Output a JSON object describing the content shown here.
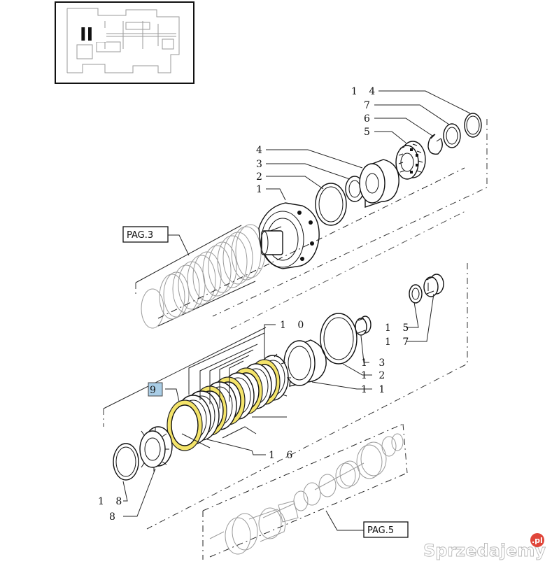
{
  "thumbnail": {
    "section": "II"
  },
  "page_refs": {
    "previous": "PAG.3",
    "next": "PAG.5"
  },
  "highlighted_label": "9",
  "callouts": [
    {
      "id": "14",
      "text": "1 4"
    },
    {
      "id": "7",
      "text": "7"
    },
    {
      "id": "6",
      "text": "6"
    },
    {
      "id": "5",
      "text": "5"
    },
    {
      "id": "4",
      "text": "4"
    },
    {
      "id": "3",
      "text": "3"
    },
    {
      "id": "2",
      "text": "2"
    },
    {
      "id": "1",
      "text": "1"
    },
    {
      "id": "10",
      "text": "1 0"
    },
    {
      "id": "15",
      "text": "1 5"
    },
    {
      "id": "17",
      "text": "1 7"
    },
    {
      "id": "13",
      "text": "1 3"
    },
    {
      "id": "12",
      "text": "1 2"
    },
    {
      "id": "11",
      "text": "1 1"
    },
    {
      "id": "16",
      "text": "1 6"
    },
    {
      "id": "18",
      "text": "1 8"
    },
    {
      "id": "8",
      "text": "8"
    }
  ],
  "watermark": {
    "text": "Sprzedajemy",
    "suffix": ".pl"
  },
  "colors": {
    "highlight_fill": "#a9cde6",
    "friction_disc": "#f4e46a",
    "line": "#222222",
    "ghost": "#9a9a9a"
  }
}
